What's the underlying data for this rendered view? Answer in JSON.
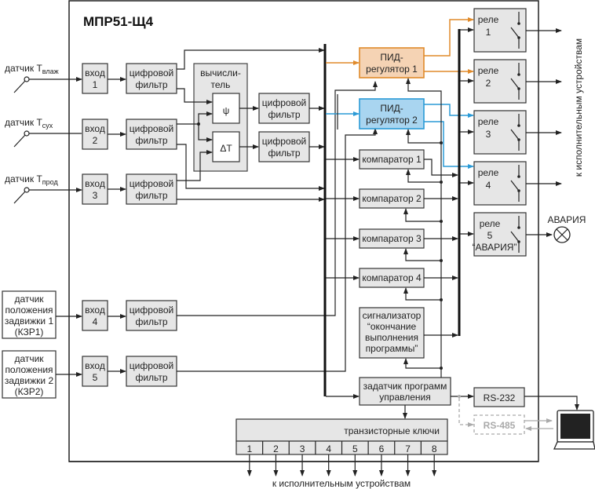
{
  "title": "МПР51-Щ4",
  "sensors": {
    "t_vlazh": {
      "label": "датчик T",
      "sub": "влаж"
    },
    "t_sukh": {
      "label": "датчик T",
      "sub": "сух"
    },
    "t_prod": {
      "label": "датчик T",
      "sub": "прод"
    },
    "kzr1": [
      "датчик",
      "положения",
      "задвижки 1",
      "(КЗР1)"
    ],
    "kzr2": [
      "датчик",
      "положения",
      "задвижки 2",
      "(КЗР2)"
    ]
  },
  "inputs": [
    {
      "l1": "вход",
      "l2": "1"
    },
    {
      "l1": "вход",
      "l2": "2"
    },
    {
      "l1": "вход",
      "l2": "3"
    },
    {
      "l1": "вход",
      "l2": "4"
    },
    {
      "l1": "вход",
      "l2": "5"
    }
  ],
  "filter": {
    "l1": "цифровой",
    "l2": "фильтр"
  },
  "calculator": {
    "l1": "вычисли-",
    "l2": "тель",
    "psi": "ψ",
    "dt": "ΔT"
  },
  "pid": [
    {
      "l1": "ПИД-",
      "l2": "регулятор 1"
    },
    {
      "l1": "ПИД-",
      "l2": "регулятор 2"
    }
  ],
  "comparators": [
    "компаратор 1",
    "компаратор 2",
    "компаратор 3",
    "компаратор 4"
  ],
  "signalizer": [
    "сигнализатор",
    "“окончание",
    "выполнения",
    "программы”"
  ],
  "program": [
    "задатчик программ",
    "управления"
  ],
  "relays": [
    {
      "l1": "реле",
      "l2": "1"
    },
    {
      "l1": "реле",
      "l2": "2"
    },
    {
      "l1": "реле",
      "l2": "3"
    },
    {
      "l1": "реле",
      "l2": "4"
    },
    {
      "l1": "реле",
      "l2": "5",
      "l3": "“АВАРИЯ”"
    }
  ],
  "to_devices_vertical": "к исполнительным устройствам",
  "alarm": "АВАРИЯ",
  "rs232": "RS-232",
  "rs485": "RS-485",
  "transistors": {
    "label": "транзисторные ключи",
    "keys": [
      "1",
      "2",
      "3",
      "4",
      "5",
      "6",
      "7",
      "8"
    ]
  },
  "to_devices_bottom": "к исполнительным устройствам",
  "colors": {
    "pid1_fill": "#f5d3b4",
    "pid1_stroke": "#e08a2a",
    "pid2_fill": "#a9d5f0",
    "pid2_stroke": "#2a9ad6",
    "block": "#e6e6e6"
  }
}
